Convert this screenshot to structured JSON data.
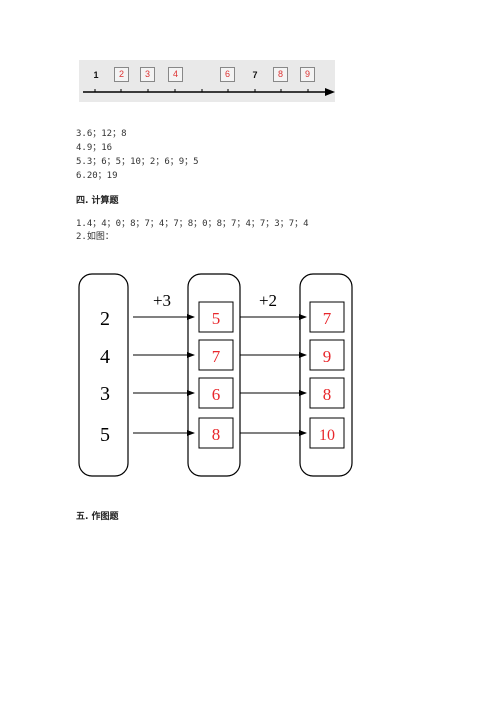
{
  "number_line": {
    "items": [
      {
        "value": "1",
        "boxed": false
      },
      {
        "value": "2",
        "boxed": true
      },
      {
        "value": "3",
        "boxed": true
      },
      {
        "value": "4",
        "boxed": true
      },
      {
        "value": "6",
        "boxed": true
      },
      {
        "value": "7",
        "boxed": false
      },
      {
        "value": "8",
        "boxed": true
      },
      {
        "value": "9",
        "boxed": true
      }
    ]
  },
  "answers_top": [
    "3.6；12；8",
    "4.9；16",
    "5.3；6；5；10；2；6；9；5",
    "6.20；19"
  ],
  "section4": {
    "title": "四. 计算题",
    "lines": [
      "1.4；4；0；8；7；4；7；8；0；8；7；4；7；3；7；4",
      "2.如图："
    ]
  },
  "diagram": {
    "op1": "+3",
    "op2": "+2",
    "column1": [
      "2",
      "4",
      "3",
      "5"
    ],
    "column2": [
      "5",
      "7",
      "6",
      "8"
    ],
    "column3": [
      "7",
      "9",
      "8",
      "10"
    ]
  },
  "section5": {
    "title": "五. 作图题"
  },
  "colors": {
    "answer_red": "#e8262b",
    "numline_bg": "#e9e9e9"
  }
}
